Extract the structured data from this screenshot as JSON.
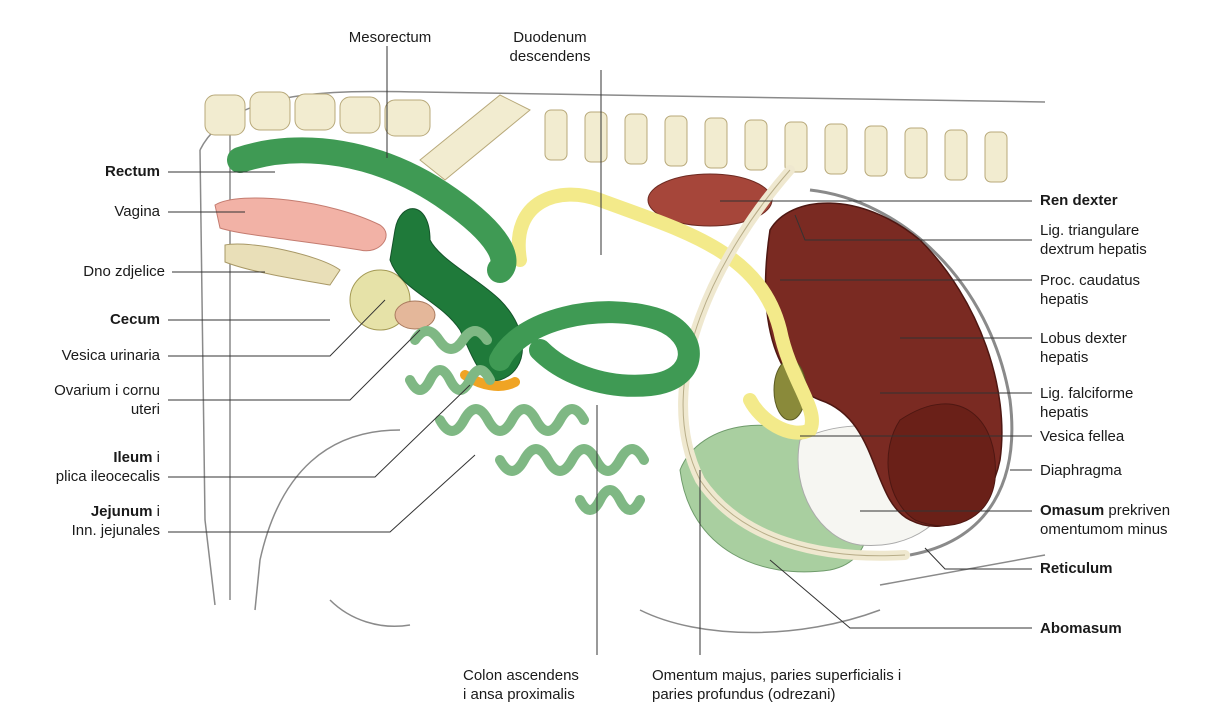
{
  "labels": {
    "mesorectum": "Mesorectum",
    "duodenum_1": "Duodenum",
    "duodenum_2": "descendens",
    "rectum": "Rectum",
    "vagina": "Vagina",
    "dno": "Dno zdjelice",
    "cecum": "Cecum",
    "vesica_urinaria": "Vesica urinaria",
    "ovarium_1": "Ovarium i cornu",
    "ovarium_2": "uteri",
    "ileum_bold": "Ileum",
    "ileum_rest": " i",
    "ileum_2": "plica ileocecalis",
    "jejunum_bold": "Jejunum",
    "jejunum_rest": " i",
    "jejunum_2": "Inn. jejunales",
    "colon_1": "Colon ascendens",
    "colon_2": "i ansa proximalis",
    "omentum_1": "Omentum majus, paries superficialis i",
    "omentum_2": "paries profundus (odrezani)",
    "ren": "Ren dexter",
    "lig_tri_1": "Lig. triangulare",
    "lig_tri_2": "dextrum hepatis",
    "proc_1": "Proc. caudatus",
    "proc_2": "hepatis",
    "lobus_1": "Lobus dexter",
    "lobus_2": "hepatis",
    "lig_falc_1": "Lig. falciforme",
    "lig_falc_2": "hepatis",
    "vesica_fellea": "Vesica fellea",
    "diaphragma": "Diaphragma",
    "omasum_bold": "Omasum",
    "omasum_rest": " prekriven",
    "omasum_2": "omentumom minus",
    "reticulum": "Reticulum",
    "abomasum": "Abomasum"
  },
  "colors": {
    "intestine_dark": "#1f7a3a",
    "intestine_mid": "#3f9a54",
    "intestine_light": "#7fb884",
    "liver": "#7a2a22",
    "kidney": "#a6463a",
    "duodenum_yellow": "#f3ea8a",
    "vertebra": "#f2ecd0",
    "vagina_pink": "#f2b2a6"
  }
}
